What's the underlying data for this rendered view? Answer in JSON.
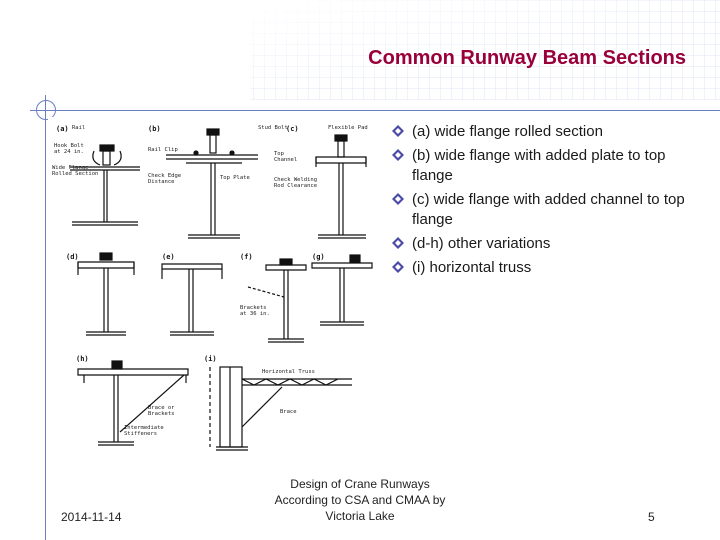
{
  "slide": {
    "title": "Common Runway Beam Sections",
    "bullets": [
      "(a) wide flange rolled section",
      "(b) wide flange with added plate to top flange",
      "(c) wide flange with added channel to top flange",
      "(d-h) other variations",
      "(i) horizontal truss"
    ],
    "footer": {
      "date": "2014-11-14",
      "center_lines": [
        "Design of Crane Runways",
        "According to CSA and CMAA by",
        "Victoria Lake"
      ],
      "page": "5"
    },
    "colors": {
      "title": "#99003a",
      "rule": "#6a7fc4",
      "bullet": "#4a4aa8"
    },
    "figure": {
      "panel_labels": [
        "(a)",
        "(b)",
        "(c)",
        "(d)",
        "(e)",
        "(f)",
        "(g)",
        "(h)",
        "(i)"
      ],
      "annotations": {
        "rail_a": "Rail",
        "hook_bolt": "Hook Bolt",
        "hook_bolt_spacing": "at 24 in.",
        "wide_flange": "Wide Flange",
        "rolled_section": "Rolled Section",
        "stud_bolt": "Stud Bolt",
        "rail_clip": "Rail Clip",
        "check_edge": "Check Edge",
        "distance": "Distance",
        "top_plate": "Top Plate",
        "flexible_pad": "Flexible Pad",
        "top_channel_1": "Top",
        "top_channel_2": "Channel",
        "check_welding": "Check Welding",
        "rod_clearance": "Rod Clearance",
        "brackets": "Brackets",
        "brackets_spacing": "at 36 in.",
        "brace_or": "Brace or",
        "brackets_h": "Brackets",
        "intermediate": "Intermediate",
        "stiffeners": "Stiffeners",
        "horizontal_truss": "Horizontal Truss",
        "brace": "Brace"
      }
    }
  }
}
